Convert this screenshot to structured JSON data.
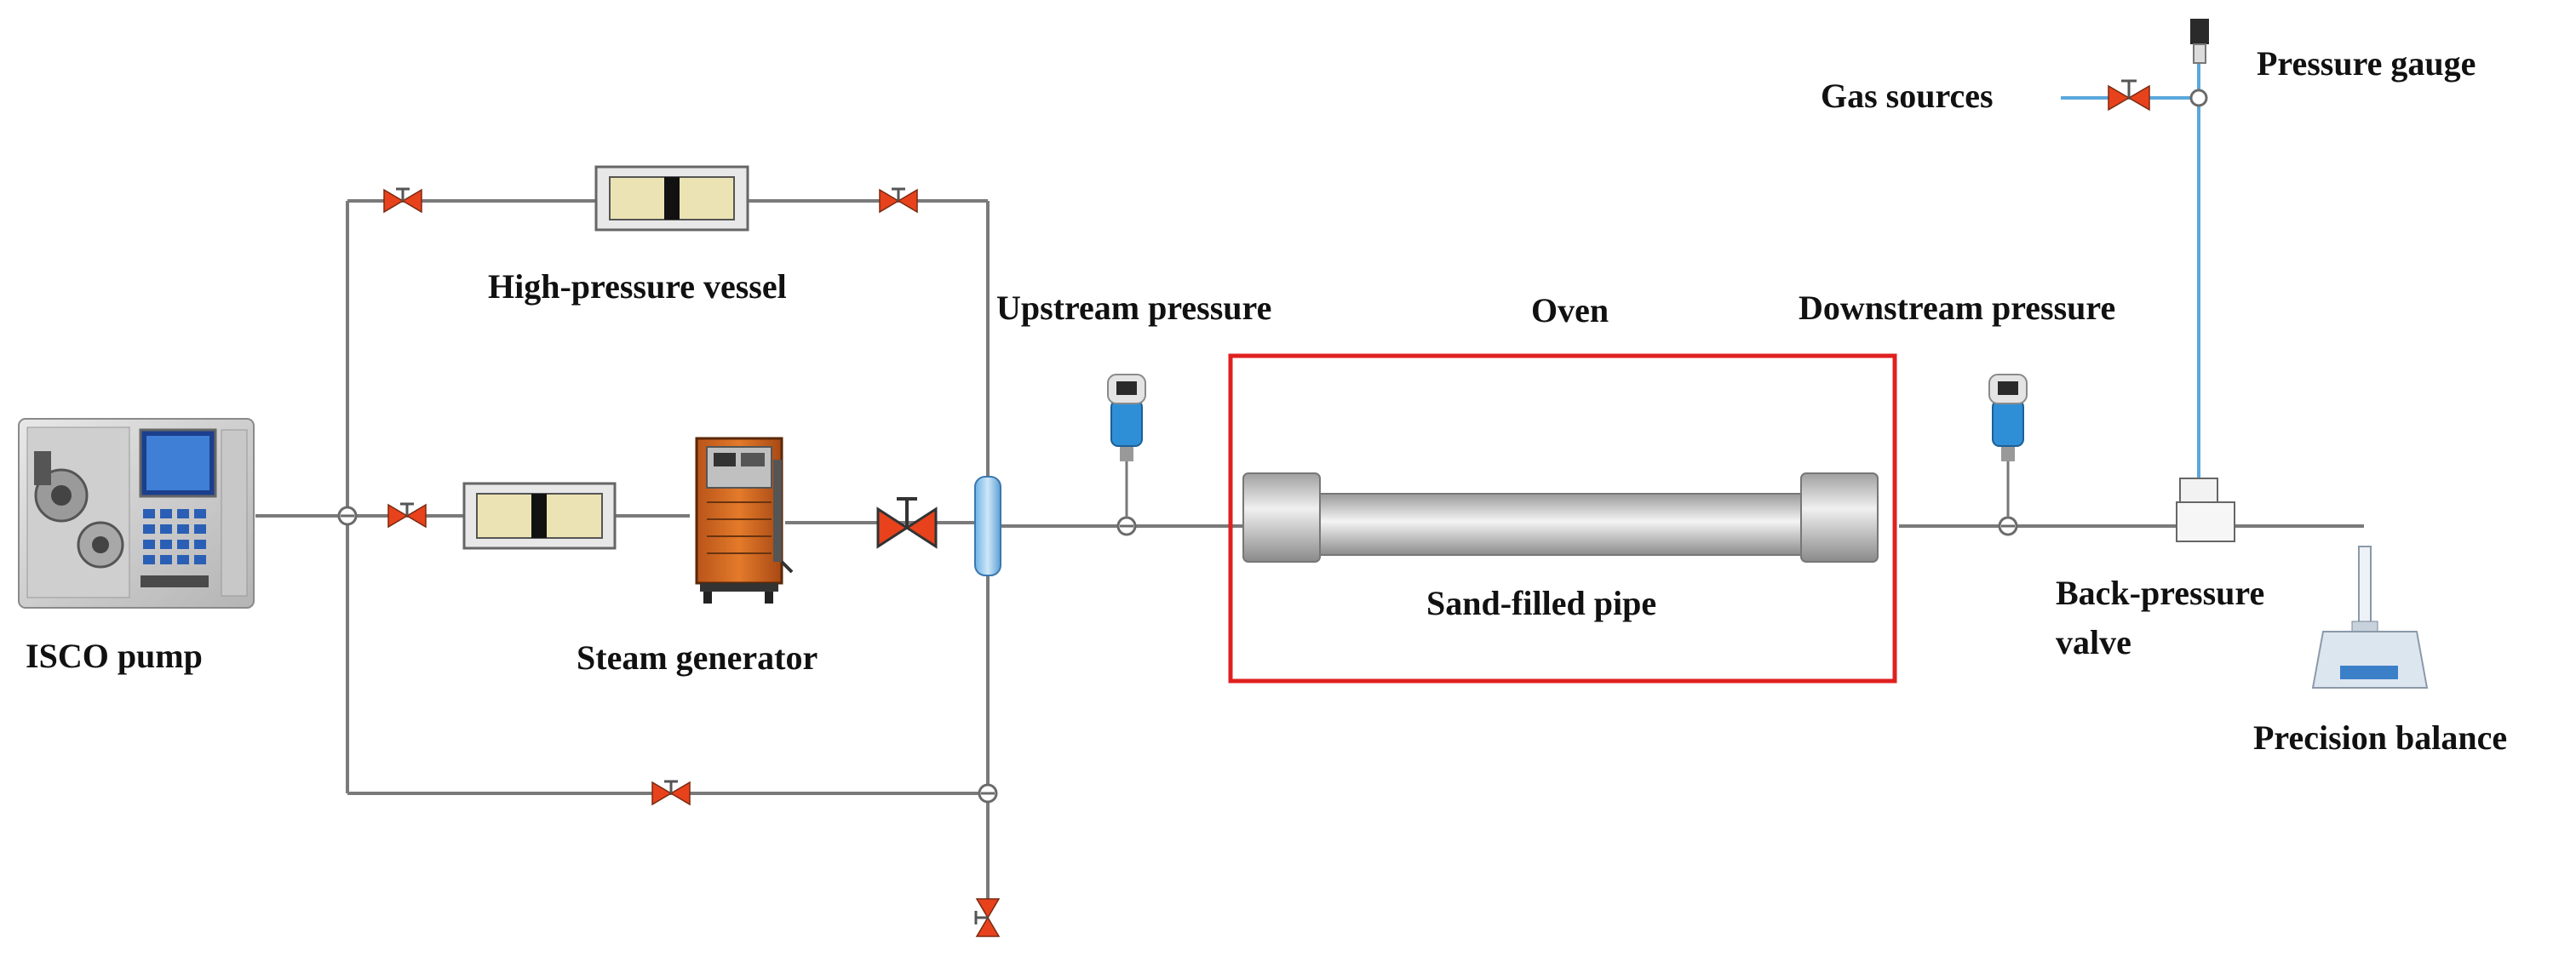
{
  "labels": {
    "isco_pump": "ISCO pump",
    "high_pressure_vessel": "High-pressure vessel",
    "steam_generator": "Steam generator",
    "upstream_pressure": "Upstream pressure",
    "oven": "Oven",
    "downstream_pressure": "Downstream pressure",
    "sand_filled_pipe": "Sand-filled pipe",
    "gas_sources": "Gas sources",
    "pressure_gauge": "Pressure gauge",
    "back_pressure_valve_line1": "Back-pressure",
    "back_pressure_valve_line2": "valve",
    "precision_balance": "Precision balance"
  },
  "colors": {
    "pipe": "#7a7a7a",
    "gas_line": "#5aa7dc",
    "valve": "#e8421c",
    "oven_border": "#e02020",
    "vessel_fill": "#ece3b4",
    "steam_generator": "#d86a1c",
    "transducer": "#2f8fd6"
  }
}
